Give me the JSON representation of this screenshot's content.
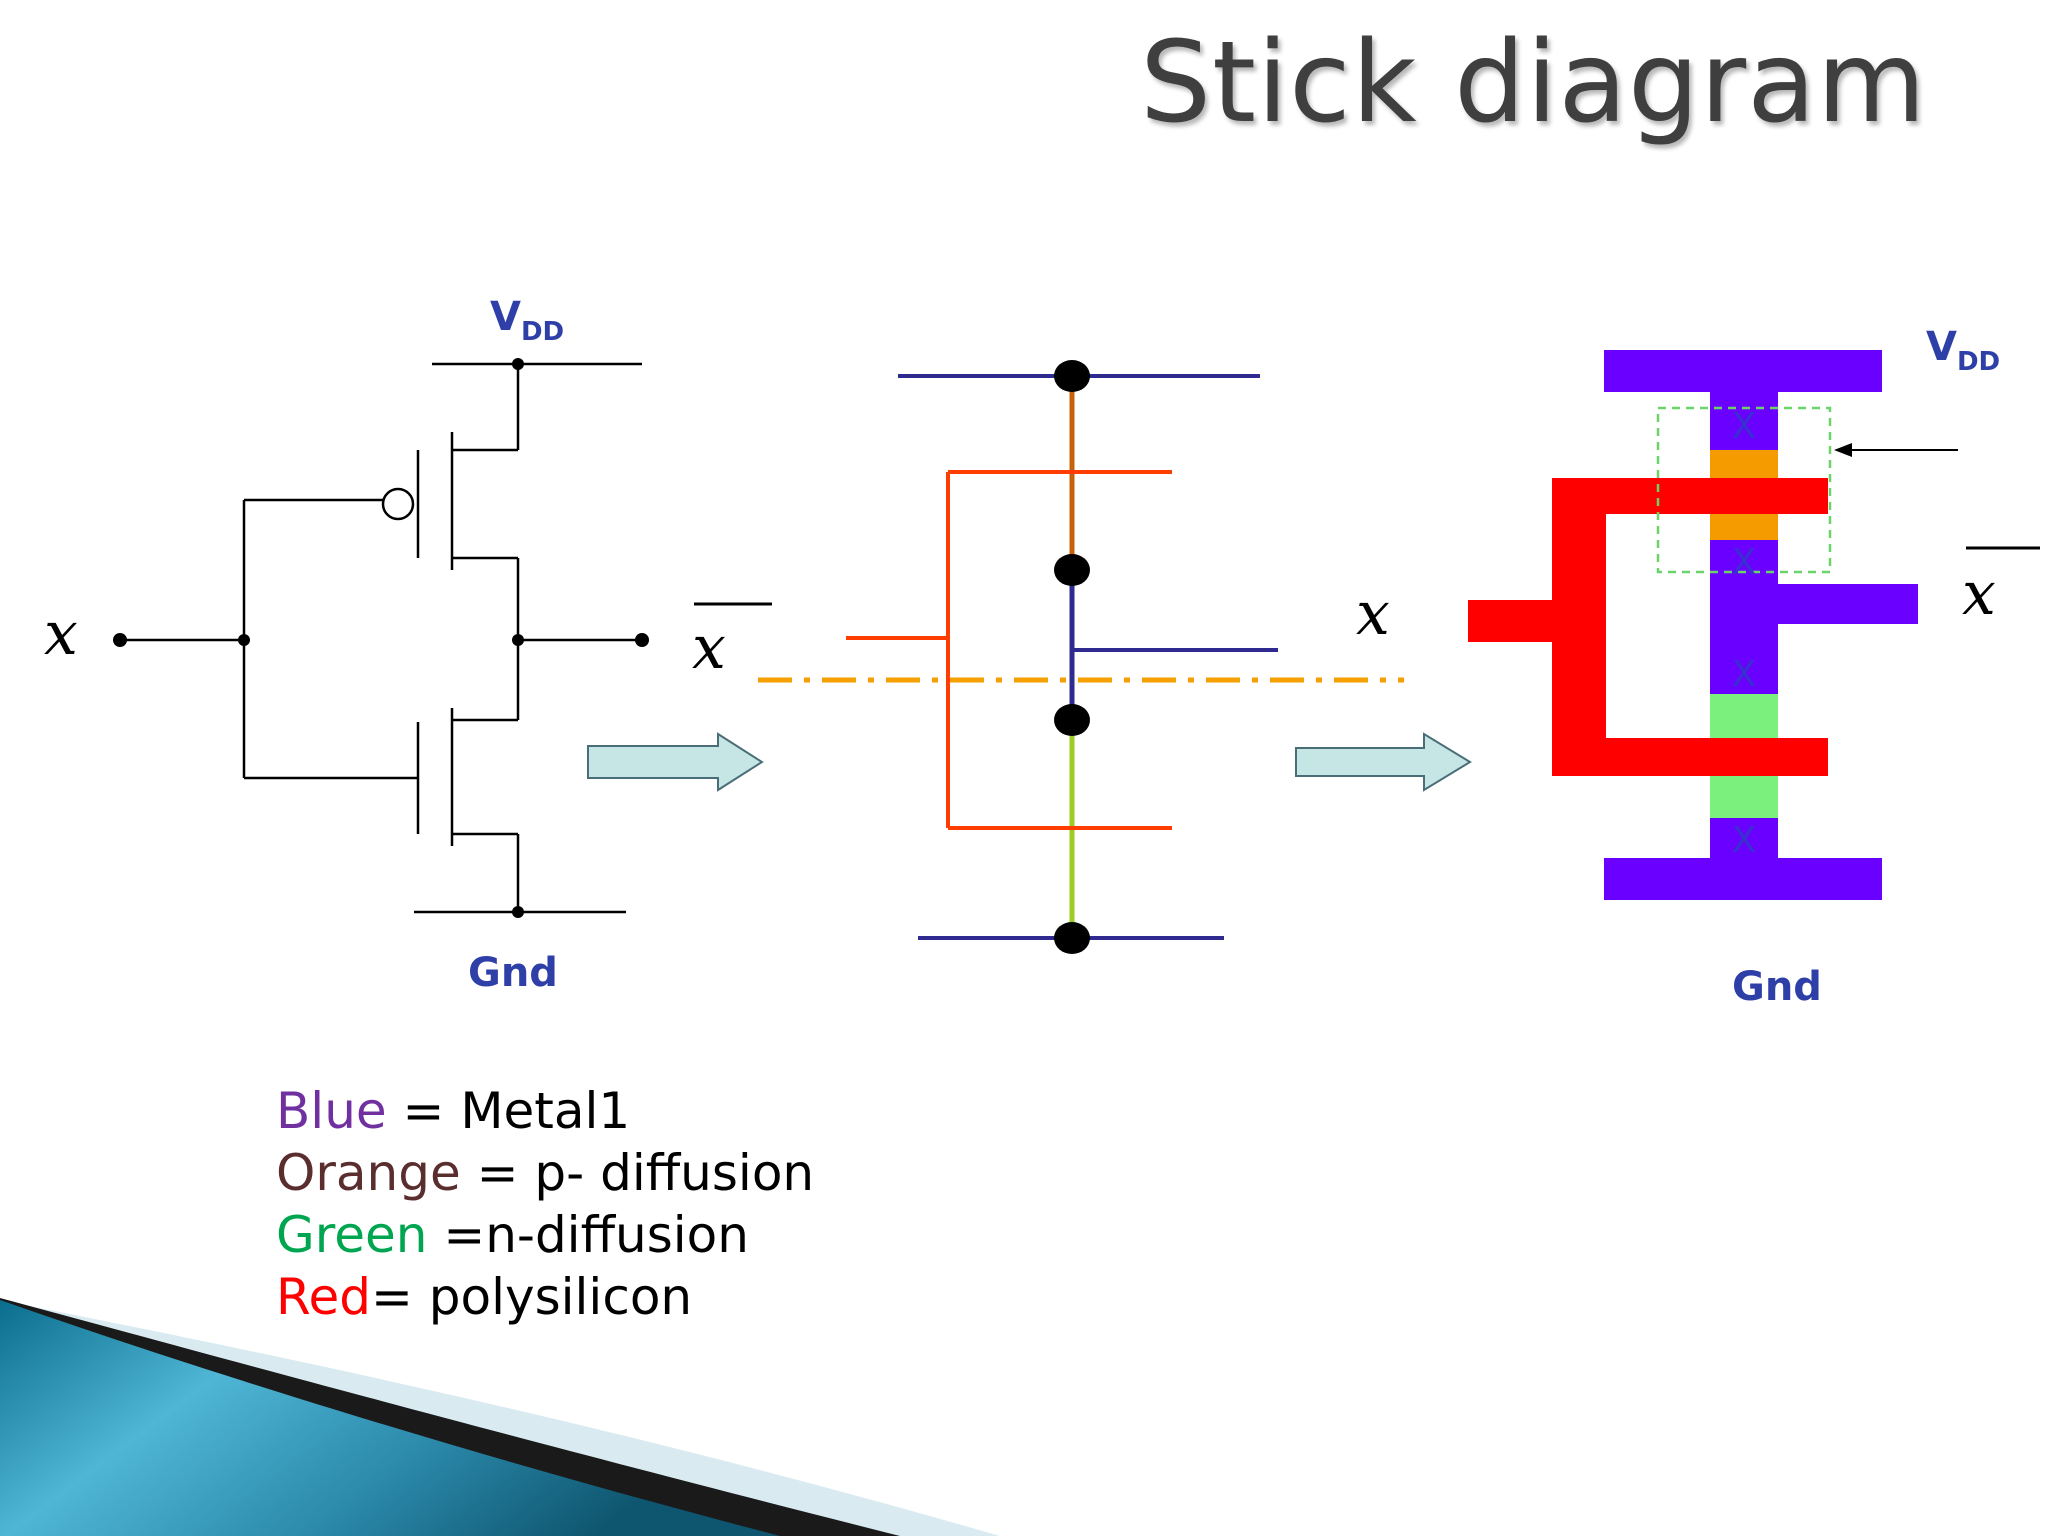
{
  "slide": {
    "title": "Stick diagram"
  },
  "schematic": {
    "vdd_label": "V",
    "vdd_sub": "DD",
    "gnd_label": "Gnd",
    "input_label": "x",
    "output_label": "x"
  },
  "stick": {
    "output_label": "x"
  },
  "layout": {
    "vdd_label": "V",
    "vdd_sub": "DD",
    "gnd_label": "Gnd",
    "output_label": "x",
    "contact_marks": [
      "X",
      "X",
      "X",
      "X"
    ]
  },
  "legend": [
    {
      "color_word": "Blue",
      "rest": " = Metal1",
      "color": "#7030a0"
    },
    {
      "color_word": "Orange",
      "rest": " = p- diffusion",
      "color": "#5a2e2e"
    },
    {
      "color_word": "Green",
      "rest": " =n-diffusion",
      "color": "#00a550"
    },
    {
      "color_word": "Red",
      "rest": "= polysilicon",
      "color": "#ff0000"
    }
  ],
  "colors": {
    "metal1": "#6a00ff",
    "stick_metal": "#2e2a8f",
    "p_diffusion": "#f59b00",
    "n_diffusion": "#7cf07c",
    "polysilicon": "#ff0000",
    "stick_poly": "#ff3d00",
    "arrow_fill": "#c6e6e6"
  }
}
